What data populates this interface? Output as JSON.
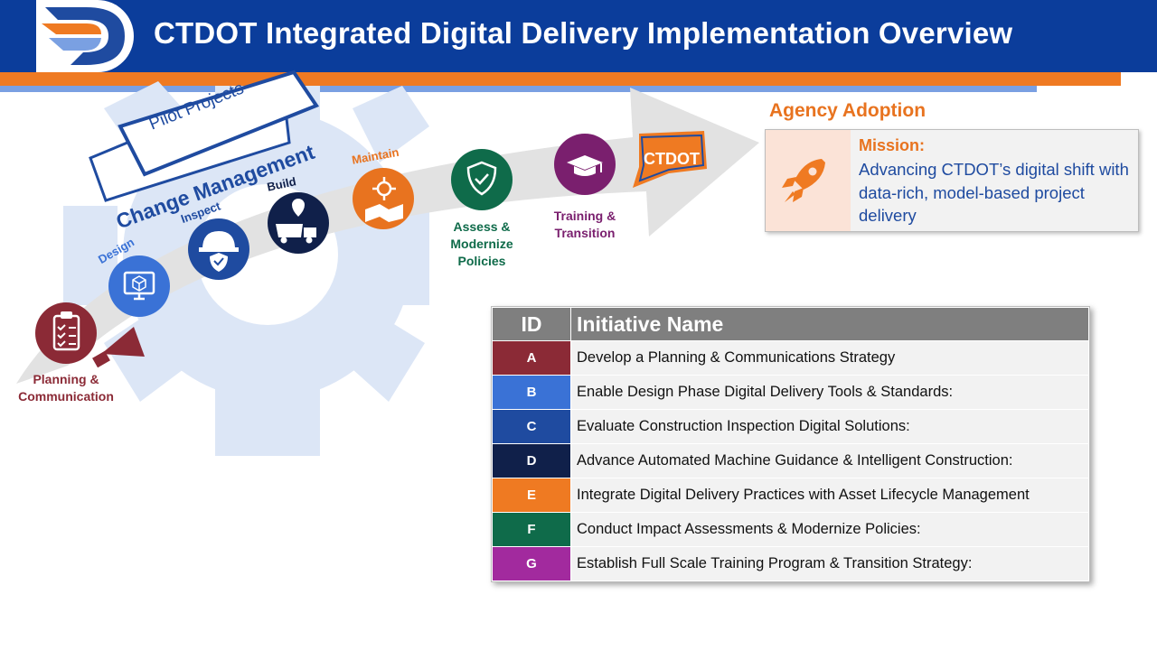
{
  "header": {
    "title": "CTDOT Integrated Digital Delivery Implementation Overview",
    "logo_icon": "dot-d-logo"
  },
  "roadmap": {
    "ribbon_label": "Pilot Projects",
    "arc_label": "Change Management",
    "stages": [
      {
        "label": "Design",
        "color": "#3a72d6",
        "icon": "monitor-cube-icon"
      },
      {
        "label": "Inspect",
        "color": "#1f4ba0",
        "icon": "hardhat-shield-icon"
      },
      {
        "label": "Build",
        "color": "#10204a",
        "icon": "dump-truck-icon"
      },
      {
        "label": "Maintain",
        "color": "#e8731f",
        "icon": "asset-map-icon"
      }
    ],
    "planning": {
      "label_line1": "Planning &",
      "label_line2": "Communication",
      "color": "#8b2a36",
      "icon": "clipboard-checklist-icon"
    },
    "assess": {
      "line1": "Assess &",
      "line2": "Modernize",
      "line3": "Policies",
      "color": "#0f6b4a",
      "icon": "shield-check-icon"
    },
    "training": {
      "line1": "Training &",
      "line2": "Transition",
      "color": "#7a1f6e",
      "icon": "graduation-cap-icon"
    },
    "ctdot_badge": "CTDOT"
  },
  "adoption": {
    "title": "Agency Adoption",
    "mission_label": "Mission:",
    "mission_text": "Advancing CTDOT’s digital shift with data-rich, model-based project delivery",
    "icon": "rocket-icon"
  },
  "table": {
    "headers": {
      "id": "ID",
      "name": "Initiative Name"
    },
    "rows": [
      {
        "id": "A",
        "name": "Develop a Planning & Communications Strategy",
        "color": "#8b2a36"
      },
      {
        "id": "B",
        "name": "Enable Design Phase Digital Delivery Tools & Standards:",
        "color": "#3a72d6"
      },
      {
        "id": "C",
        "name": "Evaluate Construction Inspection Digital Solutions:",
        "color": "#1f4ba0"
      },
      {
        "id": "D",
        "name": "Advance Automated Machine Guidance & Intelligent Construction:",
        "color": "#10204a"
      },
      {
        "id": "E",
        "name": "Integrate Digital Delivery Practices with Asset Lifecycle Management",
        "color": "#ef7a22"
      },
      {
        "id": "F",
        "name": "Conduct Impact Assessments & Modernize Policies:",
        "color": "#0f6b4a"
      },
      {
        "id": "G",
        "name": "Establish Full Scale Training Program & Transition Strategy:",
        "color": "#a22a9e"
      }
    ]
  }
}
